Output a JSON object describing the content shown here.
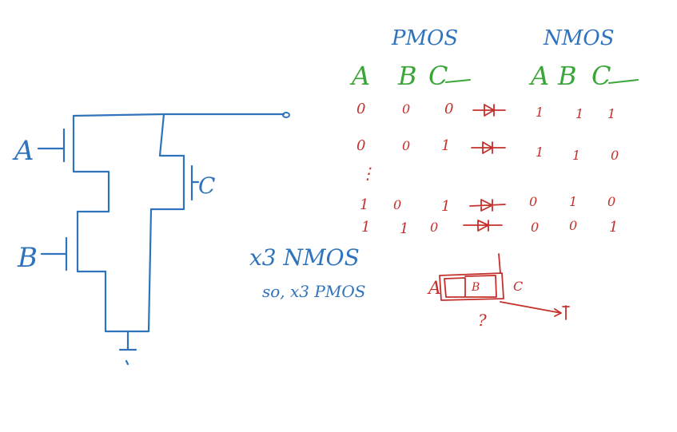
{
  "colors": {
    "circuit": "#2f73bd",
    "header": "#3aa63a",
    "values": "#c4302b"
  },
  "circuit": {
    "label_a": "A",
    "label_b": "B",
    "label_c": "C",
    "note_nmos": "x3 NMOS",
    "note_pmos": "so, x3 PMOS"
  },
  "table": {
    "title_pmos": "PMOS",
    "title_nmos": "NMOS",
    "pmos_headers": [
      "A",
      "B",
      "C"
    ],
    "nmos_headers": [
      "A",
      "B",
      "C"
    ],
    "rows": [
      {
        "pmos": [
          "0",
          "0",
          "0"
        ],
        "nmos": [
          "1",
          "1",
          "1"
        ]
      },
      {
        "pmos": [
          "0",
          "0",
          "1"
        ],
        "nmos": [
          "1",
          "1",
          "0"
        ]
      },
      {
        "ellipsis": "⋮"
      },
      {
        "pmos": [
          "1",
          "0",
          "1"
        ],
        "nmos": [
          "0",
          "1",
          "0"
        ]
      },
      {
        "pmos": [
          "1",
          "1",
          "0"
        ],
        "nmos": [
          "0",
          "0",
          "1"
        ]
      }
    ]
  },
  "sketch": {
    "label_a": "A",
    "label_b": "B",
    "label_c": "C",
    "question": "?"
  }
}
